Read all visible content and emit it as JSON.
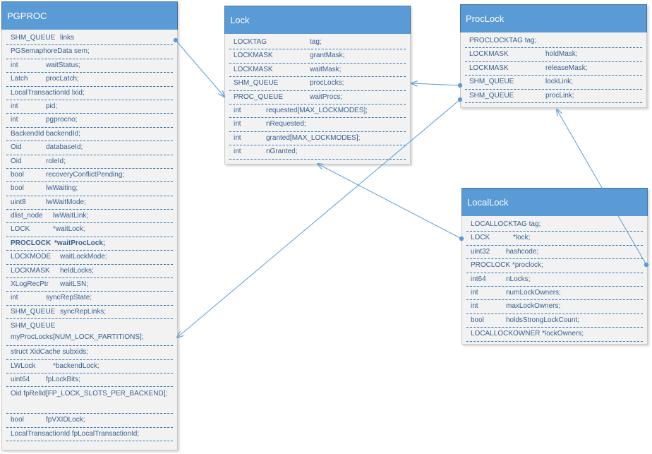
{
  "pgproc": {
    "title": "PGPROC",
    "fields": [
      {
        "t": "SHM_QUEUE",
        "n": "links"
      },
      {
        "t": "PGSemaphoreData sem;",
        "n": ""
      },
      {
        "t": "int",
        "n": "waitStatus;"
      },
      {
        "t": "Latch",
        "n": "procLatch;"
      },
      {
        "t": "LocalTransactionId lxid;",
        "n": ""
      },
      {
        "t": "int",
        "n": "pid;"
      },
      {
        "t": "int",
        "n": "pgprocno;"
      },
      {
        "t": "BackendId  backendId;",
        "n": ""
      },
      {
        "t": "Oid",
        "n": "databaseId;"
      },
      {
        "t": "Oid",
        "n": "roleId;"
      },
      {
        "t": "bool",
        "n": "recoveryConflictPending;"
      },
      {
        "t": "bool",
        "n": "lwWaiting;"
      },
      {
        "t": "uint8",
        "n": "lwWaitMode;"
      },
      {
        "t": "dlist_node",
        "n": "lwWaitLink;"
      },
      {
        "t": "LOCK",
        "n": "*waitLock;"
      },
      {
        "t": "PROCLOCK",
        "n": "*waitProcLock;"
      },
      {
        "t": "LOCKMODE",
        "n": "waitLockMode;"
      },
      {
        "t": "LOCKMASK",
        "n": "heldLocks;"
      },
      {
        "t": "XLogRecPtr",
        "n": "waitLSN;"
      },
      {
        "t": "int",
        "n": "syncRepState;"
      },
      {
        "t": "SHM_QUEUE",
        "n": "syncRepLinks;"
      },
      {
        "t": "SHM_QUEUE myProcLocks[NUM_LOCK_PARTITIONS];",
        "n": ""
      },
      {
        "t": "struct XidCache subxids;",
        "n": ""
      },
      {
        "t": "LWLock",
        "n": "*backendLock;"
      },
      {
        "t": "uint64",
        "n": "fpLockBits;"
      },
      {
        "t": "Oid fpRelId[FP_LOCK_SLOTS_PER_BACKEND];",
        "n": ""
      },
      {
        "t": "bool",
        "n": "fpVXIDLock;"
      },
      {
        "t": "LocalTransactionId fpLocalTransactionId;",
        "n": ""
      }
    ]
  },
  "lock": {
    "title": "Lock",
    "fields": [
      {
        "t": "LOCKTAG",
        "n": "tag;"
      },
      {
        "t": "LOCKMASK",
        "n": "grantMask;"
      },
      {
        "t": "LOCKMASK",
        "n": "waitMask;"
      },
      {
        "t": "SHM_QUEUE",
        "n": "procLocks;"
      },
      {
        "t": "PROC_QUEUE",
        "n": "waitProcs;"
      },
      {
        "t": "int",
        "n": "requested[MAX_LOCKMODES];"
      },
      {
        "t": "int",
        "n": "nRequested;"
      },
      {
        "t": "int",
        "n": "granted[MAX_LOCKMODES];"
      },
      {
        "t": "int",
        "n": "nGranted;"
      }
    ]
  },
  "proclock": {
    "title": "ProcLock",
    "fields": [
      {
        "t": "PROCLOCKTAG tag;",
        "n": ""
      },
      {
        "t": "LOCKMASK",
        "n": "holdMask;"
      },
      {
        "t": "LOCKMASK",
        "n": "releaseMask;"
      },
      {
        "t": "SHM_QUEUE",
        "n": "lockLink;"
      },
      {
        "t": "SHM_QUEUE",
        "n": "procLink;"
      }
    ]
  },
  "locallock": {
    "title": "LocalLock",
    "fields": [
      {
        "t": "LOCALLOCKTAG tag;",
        "n": ""
      },
      {
        "t": "LOCK",
        "n": "*lock;"
      },
      {
        "t": "uint32",
        "n": "hashcode;"
      },
      {
        "t": "PROCLOCK  *proclock;",
        "n": ""
      },
      {
        "t": "int64",
        "n": "nLocks;"
      },
      {
        "t": "int",
        "n": "numLockOwners;"
      },
      {
        "t": "int",
        "n": "maxLockOwners;"
      },
      {
        "t": "bool",
        "n": "holdsStrongLockCount;"
      },
      {
        "t": "LOCALLOCKOWNER *lockOwners;",
        "n": ""
      }
    ]
  },
  "colors": {
    "header": "#5b9bd5",
    "text": "#365f91",
    "connector": "#5b9bd5",
    "body": "#f2f2f2"
  }
}
